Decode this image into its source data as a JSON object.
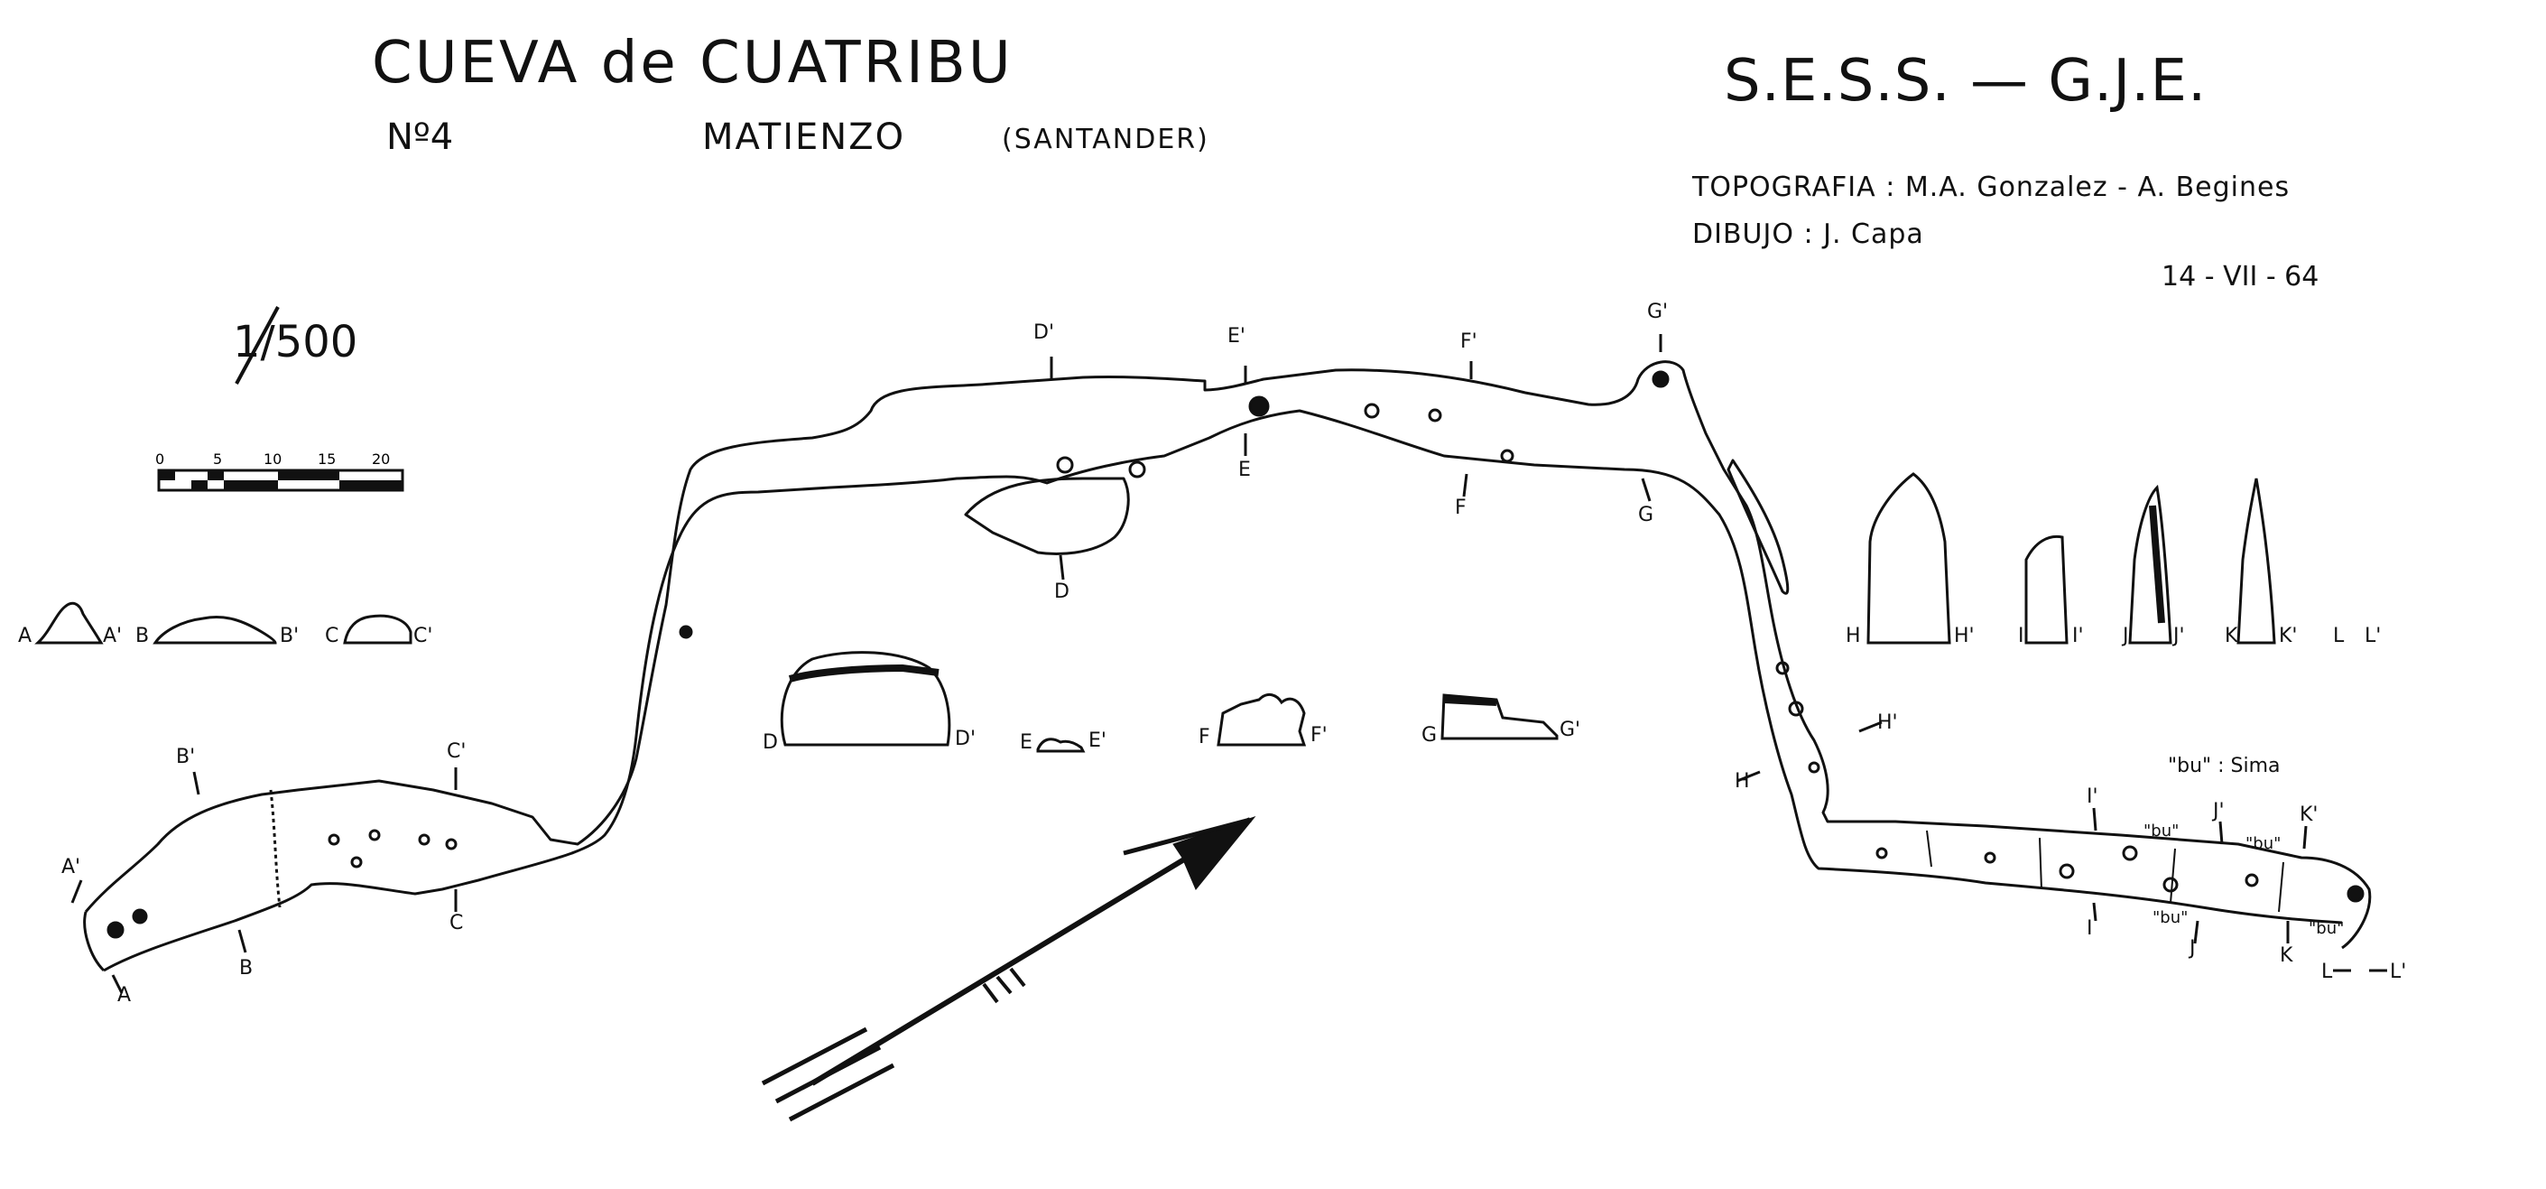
{
  "header": {
    "title": "CUEVA de CUATRIBU",
    "number": "Nº4",
    "location": "MATIENZO",
    "region": "(SANTANDER)",
    "club": "S.E.S.S. — G.J.E."
  },
  "credits": {
    "survey": "TOPOGRAFIA : M.A. Gonzalez - A. Begines",
    "drawing": "DIBUJO : J. Capa",
    "date": "14 - VII - 64"
  },
  "scale": {
    "ratio": "1/500",
    "ticks": [
      "0",
      "5",
      "10",
      "15",
      "20"
    ]
  },
  "legend": {
    "bu": "\"bu\" : Sima",
    "bu_mark": "\"bu\""
  },
  "section_labels": {
    "a": "A",
    "a_p": "A'",
    "b": "B",
    "b_p": "B'",
    "c": "C",
    "c_p": "C'",
    "d": "D",
    "d_p": "D'",
    "e": "E",
    "e_p": "E'",
    "f": "F",
    "f_p": "F'",
    "g": "G",
    "g_p": "G'",
    "h": "H",
    "h_p": "H'",
    "i": "I",
    "i_p": "I'",
    "j": "J",
    "j_p": "J'",
    "k": "K",
    "k_p": "K'",
    "l": "L",
    "l_p": "L'"
  },
  "icons": {
    "north_arrow": "north-arrow-icon"
  }
}
